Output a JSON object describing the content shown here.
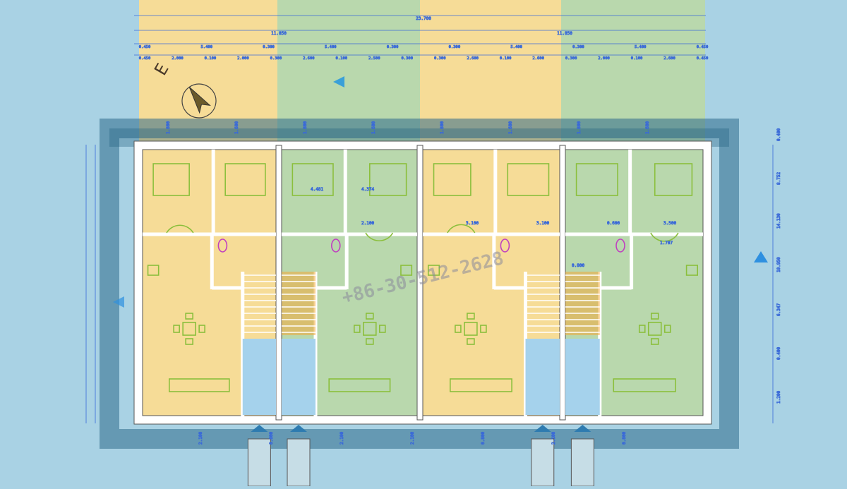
{
  "colors": {
    "background": "#a9d2e4",
    "unit_yellow": "#f6dc97",
    "unit_green": "#b9d8ad",
    "wall": "#ffffff",
    "dimension": "#3a6ad8",
    "fixture_green": "#8bbf3c",
    "fixture_magenta": "#c040c0",
    "stair_orange": "#f2a93b",
    "entrance_blue": "#a5d2ec",
    "slab": "#2d6a8a"
  },
  "dimensions": {
    "overall_top": "23.700",
    "half_left": "11.850",
    "half_right": "11.850",
    "top_row2": [
      "0.450",
      "5.400",
      "0.300",
      "5.400",
      "0.300",
      "0.300",
      "5.400",
      "0.300",
      "5.400",
      "0.450"
    ],
    "top_row3": [
      "0.450",
      "2.000",
      "0.100",
      "2.000",
      "0.300",
      "2.600",
      "0.100",
      "2.500",
      "0.300",
      "0.300",
      "2.600",
      "0.100",
      "2.600",
      "0.300",
      "2.000",
      "0.100",
      "2.600",
      "0.450"
    ],
    "window_marks": [
      "1.800",
      "1.600",
      "1.800",
      "1.600",
      "1.800",
      "1.600",
      "1.800",
      "1.600"
    ],
    "right_side": [
      "0.400",
      "8.752",
      "14.130",
      "10.950",
      "6.347",
      "0.400",
      "1.200"
    ],
    "bottom_marks": [
      "2.100",
      "0.800",
      "2.100",
      "2.100",
      "0.800",
      "2.100",
      "0.800"
    ]
  },
  "room_labels": [
    "4.481",
    "4.374",
    "2.100",
    "3.100",
    "3.100",
    "0.600",
    "3.500",
    "1.707",
    "0.800"
  ],
  "watermark": "+86-30-512-2628",
  "compass_letter": "E",
  "icons": [
    "north-compass-icon",
    "section-arrow-icon",
    "stair-arrow-icon",
    "bed-icon",
    "dining-table-icon",
    "sofa-icon",
    "toilet-icon",
    "sink-icon",
    "door-swing-icon"
  ]
}
